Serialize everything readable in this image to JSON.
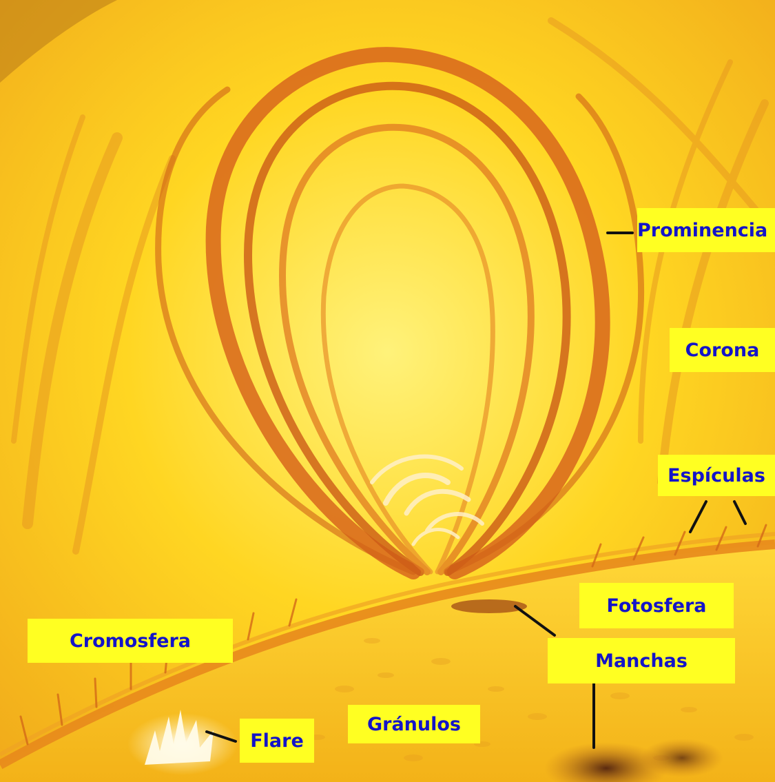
{
  "diagram": {
    "labels": {
      "prominencia": "Prominencia",
      "corona": "Corona",
      "espiculas": "Espículas",
      "fotosfera": "Fotosfera",
      "manchas": "Manchas",
      "cromosfera": "Cromosfera",
      "granulos": "Gránulos",
      "flare": "Flare"
    }
  },
  "colors": {
    "label_background": "#ffff22",
    "label_text": "#1414c8",
    "corona": "#ffd21e",
    "loop": "#d8661c",
    "photosphere": "#f4c21a",
    "sunspot": "#7a3412"
  }
}
